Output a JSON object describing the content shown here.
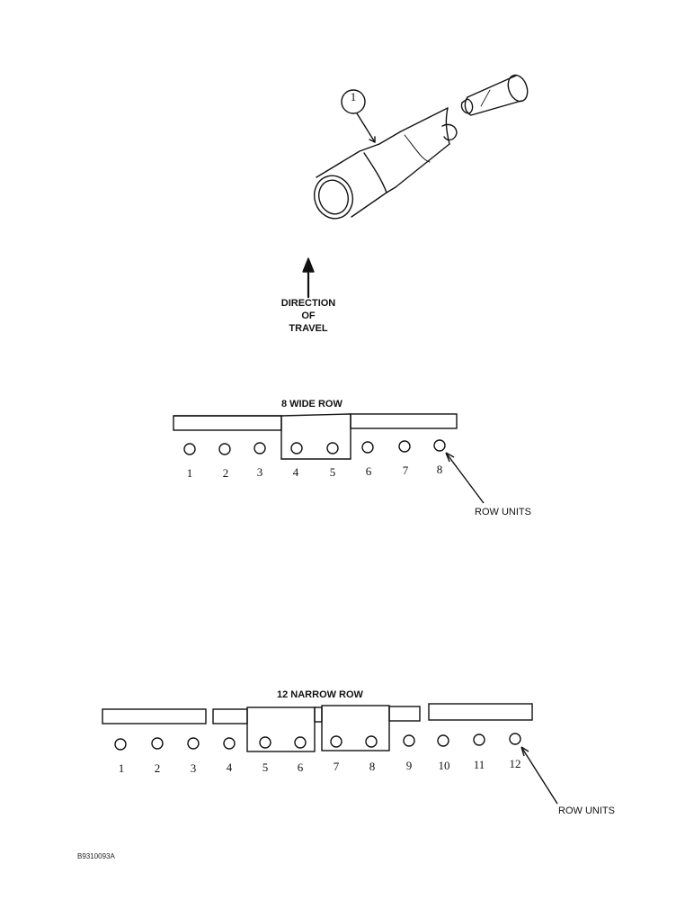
{
  "tube": {
    "callout": "1"
  },
  "direction": {
    "lines": [
      "DIRECTION",
      "OF",
      "TRAVEL"
    ]
  },
  "wide": {
    "title": "8 WIDE ROW",
    "units": [
      "1",
      "2",
      "3",
      "4",
      "5",
      "6",
      "7",
      "8"
    ],
    "pointer_label": "ROW UNITS"
  },
  "narrow": {
    "title": "12 NARROW ROW",
    "units": [
      "1",
      "2",
      "3",
      "4",
      "5",
      "6",
      "7",
      "8",
      "9",
      "10",
      "11",
      "12"
    ],
    "pointer_label": "ROW UNITS"
  },
  "figure_code": "B9310093A"
}
